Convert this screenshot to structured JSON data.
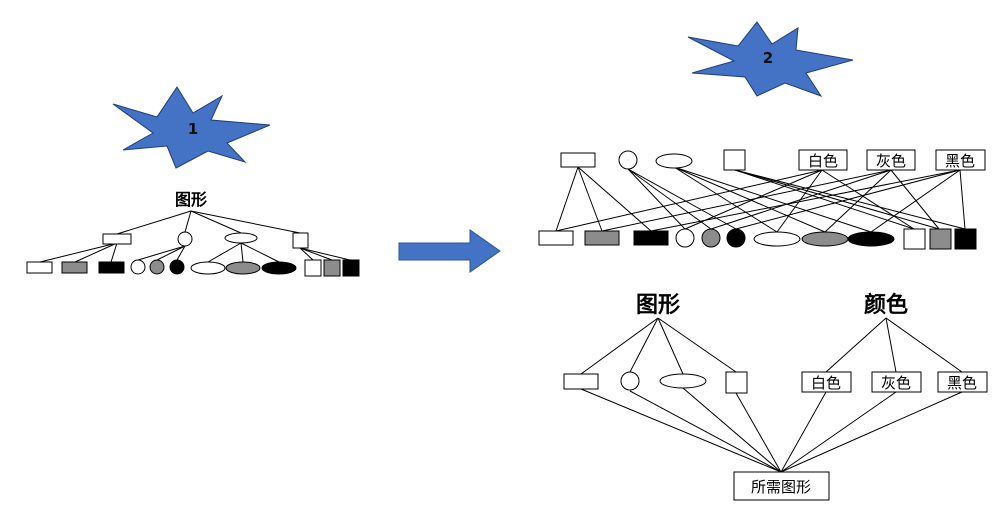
{
  "panel1": {
    "badge": "1",
    "root_label": "图形"
  },
  "panel2": {
    "badge": "2",
    "color_labels": [
      "白色",
      "灰色",
      "黑色"
    ],
    "shape_heading": "图形",
    "color_heading": "颜色",
    "result_label": "所需图形"
  },
  "colors": {
    "white": "#ffffff",
    "gray": "#8c8c8c",
    "black": "#000000",
    "star_fill": "#4472C4",
    "arrow_fill": "#4472C4"
  },
  "icons": {
    "badge_shape": "star-burst",
    "transition": "right-arrow"
  }
}
